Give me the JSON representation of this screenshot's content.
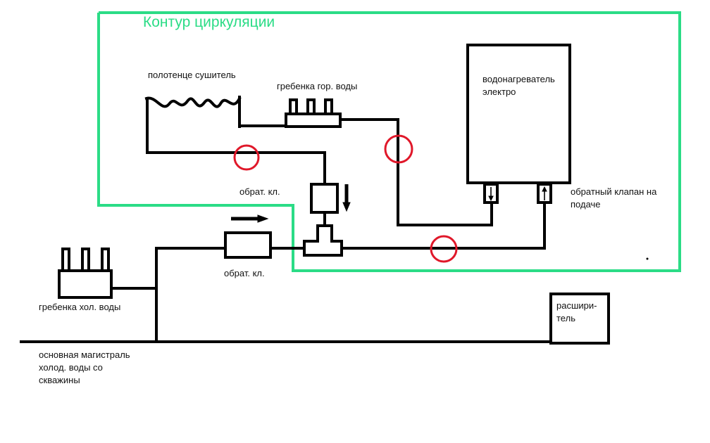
{
  "title": "Контур циркуляции",
  "labels": {
    "towel_dryer": "полотенце сушитель",
    "hot_manifold": "гребенка гор. воды",
    "heater_line1": "водонагреватель",
    "heater_line2": "электро",
    "check_valve_top": "обрат. кл.",
    "check_valve_bottom": "обрат. кл.",
    "supply_check_line1": "обратный клапан на",
    "supply_check_line2": "подаче",
    "cold_manifold": "гребенка хол. воды",
    "expander_line1": "расшири-",
    "expander_line2": "тель",
    "main_line1": "основная магистраль",
    "main_line2": "холод. воды со",
    "main_line3": "скважины"
  },
  "colors": {
    "loop": "#2bdc86",
    "pipe": "#000000",
    "marker": "#e0182a"
  }
}
